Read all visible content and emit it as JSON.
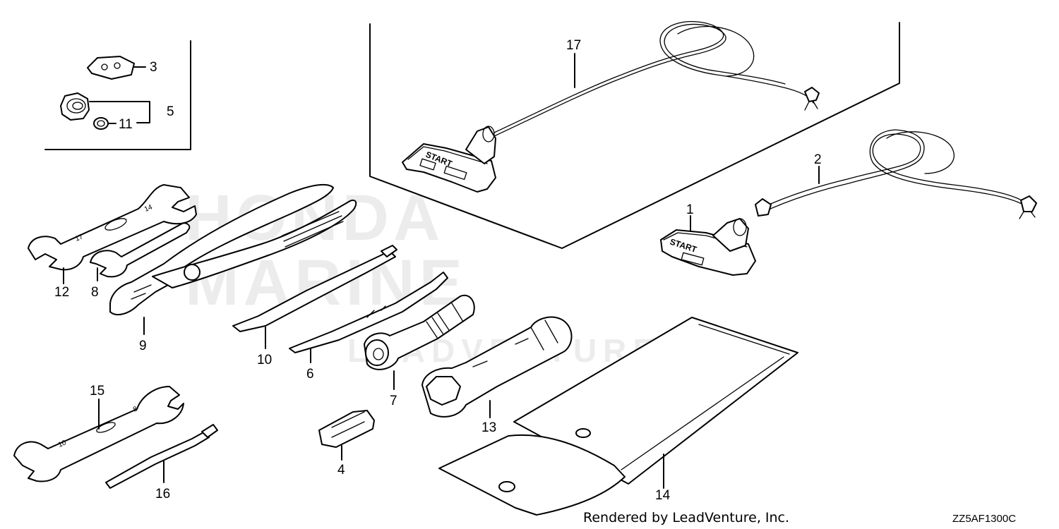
{
  "watermark": {
    "line1": "HONDA",
    "line2": "MARINE",
    "brand": "LEADVENTURE"
  },
  "footer": {
    "rendered_by": "Rendered by LeadVenture, Inc.",
    "diagram_code": "ZZ5AF1300C"
  },
  "stamps": {
    "start": "START",
    "w17": "17",
    "w14": "14",
    "w10": "10",
    "w8": "8"
  },
  "callouts": {
    "p1": "1",
    "p2": "2",
    "p3": "3",
    "p4": "4",
    "p5": "5",
    "p6": "6",
    "p7": "7",
    "p8": "8",
    "p9": "9",
    "p10": "10",
    "p11": "11",
    "p12": "12",
    "p13": "13",
    "p14": "14",
    "p15": "15",
    "p16": "16",
    "p17": "17"
  }
}
